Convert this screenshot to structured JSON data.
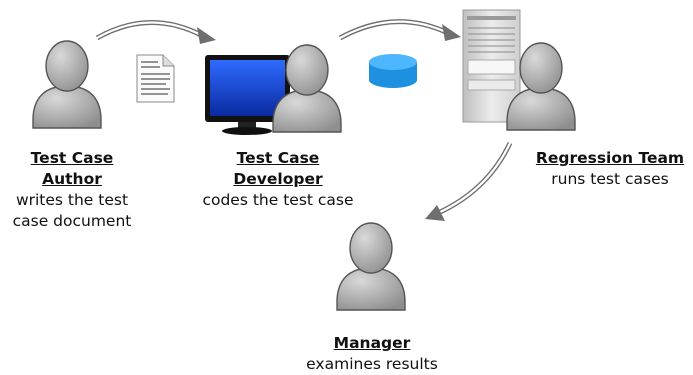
{
  "roles": [
    {
      "title_line1": "Test Case",
      "title_line2": "Author",
      "desc_line1": "writes the test",
      "desc_line2": "case document"
    },
    {
      "title_line1": "Test Case",
      "title_line2": "Developer",
      "desc_line1": "codes the test case",
      "desc_line2": ""
    },
    {
      "title_line1": "Regression Team",
      "title_line2": "",
      "desc_line1": "runs test cases",
      "desc_line2": ""
    },
    {
      "title_line1": "Manager",
      "title_line2": "",
      "desc_line1": "examines results",
      "desc_line2": ""
    }
  ],
  "icons": [
    "person-icon",
    "document-icon",
    "monitor-icon",
    "database-icon",
    "server-icon",
    "curved-arrow-icon"
  ],
  "colors": {
    "person": "#a9a9a9",
    "monitor_screen": "#1f4fd6",
    "database": "#1e90e0",
    "server": "#d4d4d4",
    "arrow": "#666666"
  }
}
